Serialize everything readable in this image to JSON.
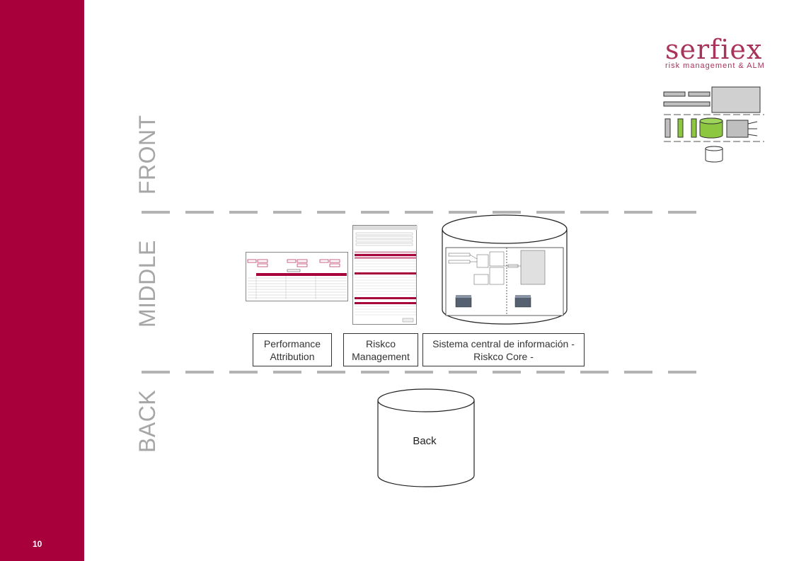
{
  "page_number": "10",
  "logo": {
    "brand": "serfiex",
    "tagline": "risk management & ALM"
  },
  "layers": {
    "front": "FRONT",
    "middle": "MIDDLE",
    "back": "BACK"
  },
  "boxes": {
    "performance": "Performance Attribution",
    "riskco_mgmt": "Riskco Management",
    "core": "Sistema central de información - Riskco Core -"
  },
  "back_db": "Back",
  "colors": {
    "brand": "#a8003b",
    "dash": "#b3b3b3",
    "green": "#8dc63f"
  }
}
